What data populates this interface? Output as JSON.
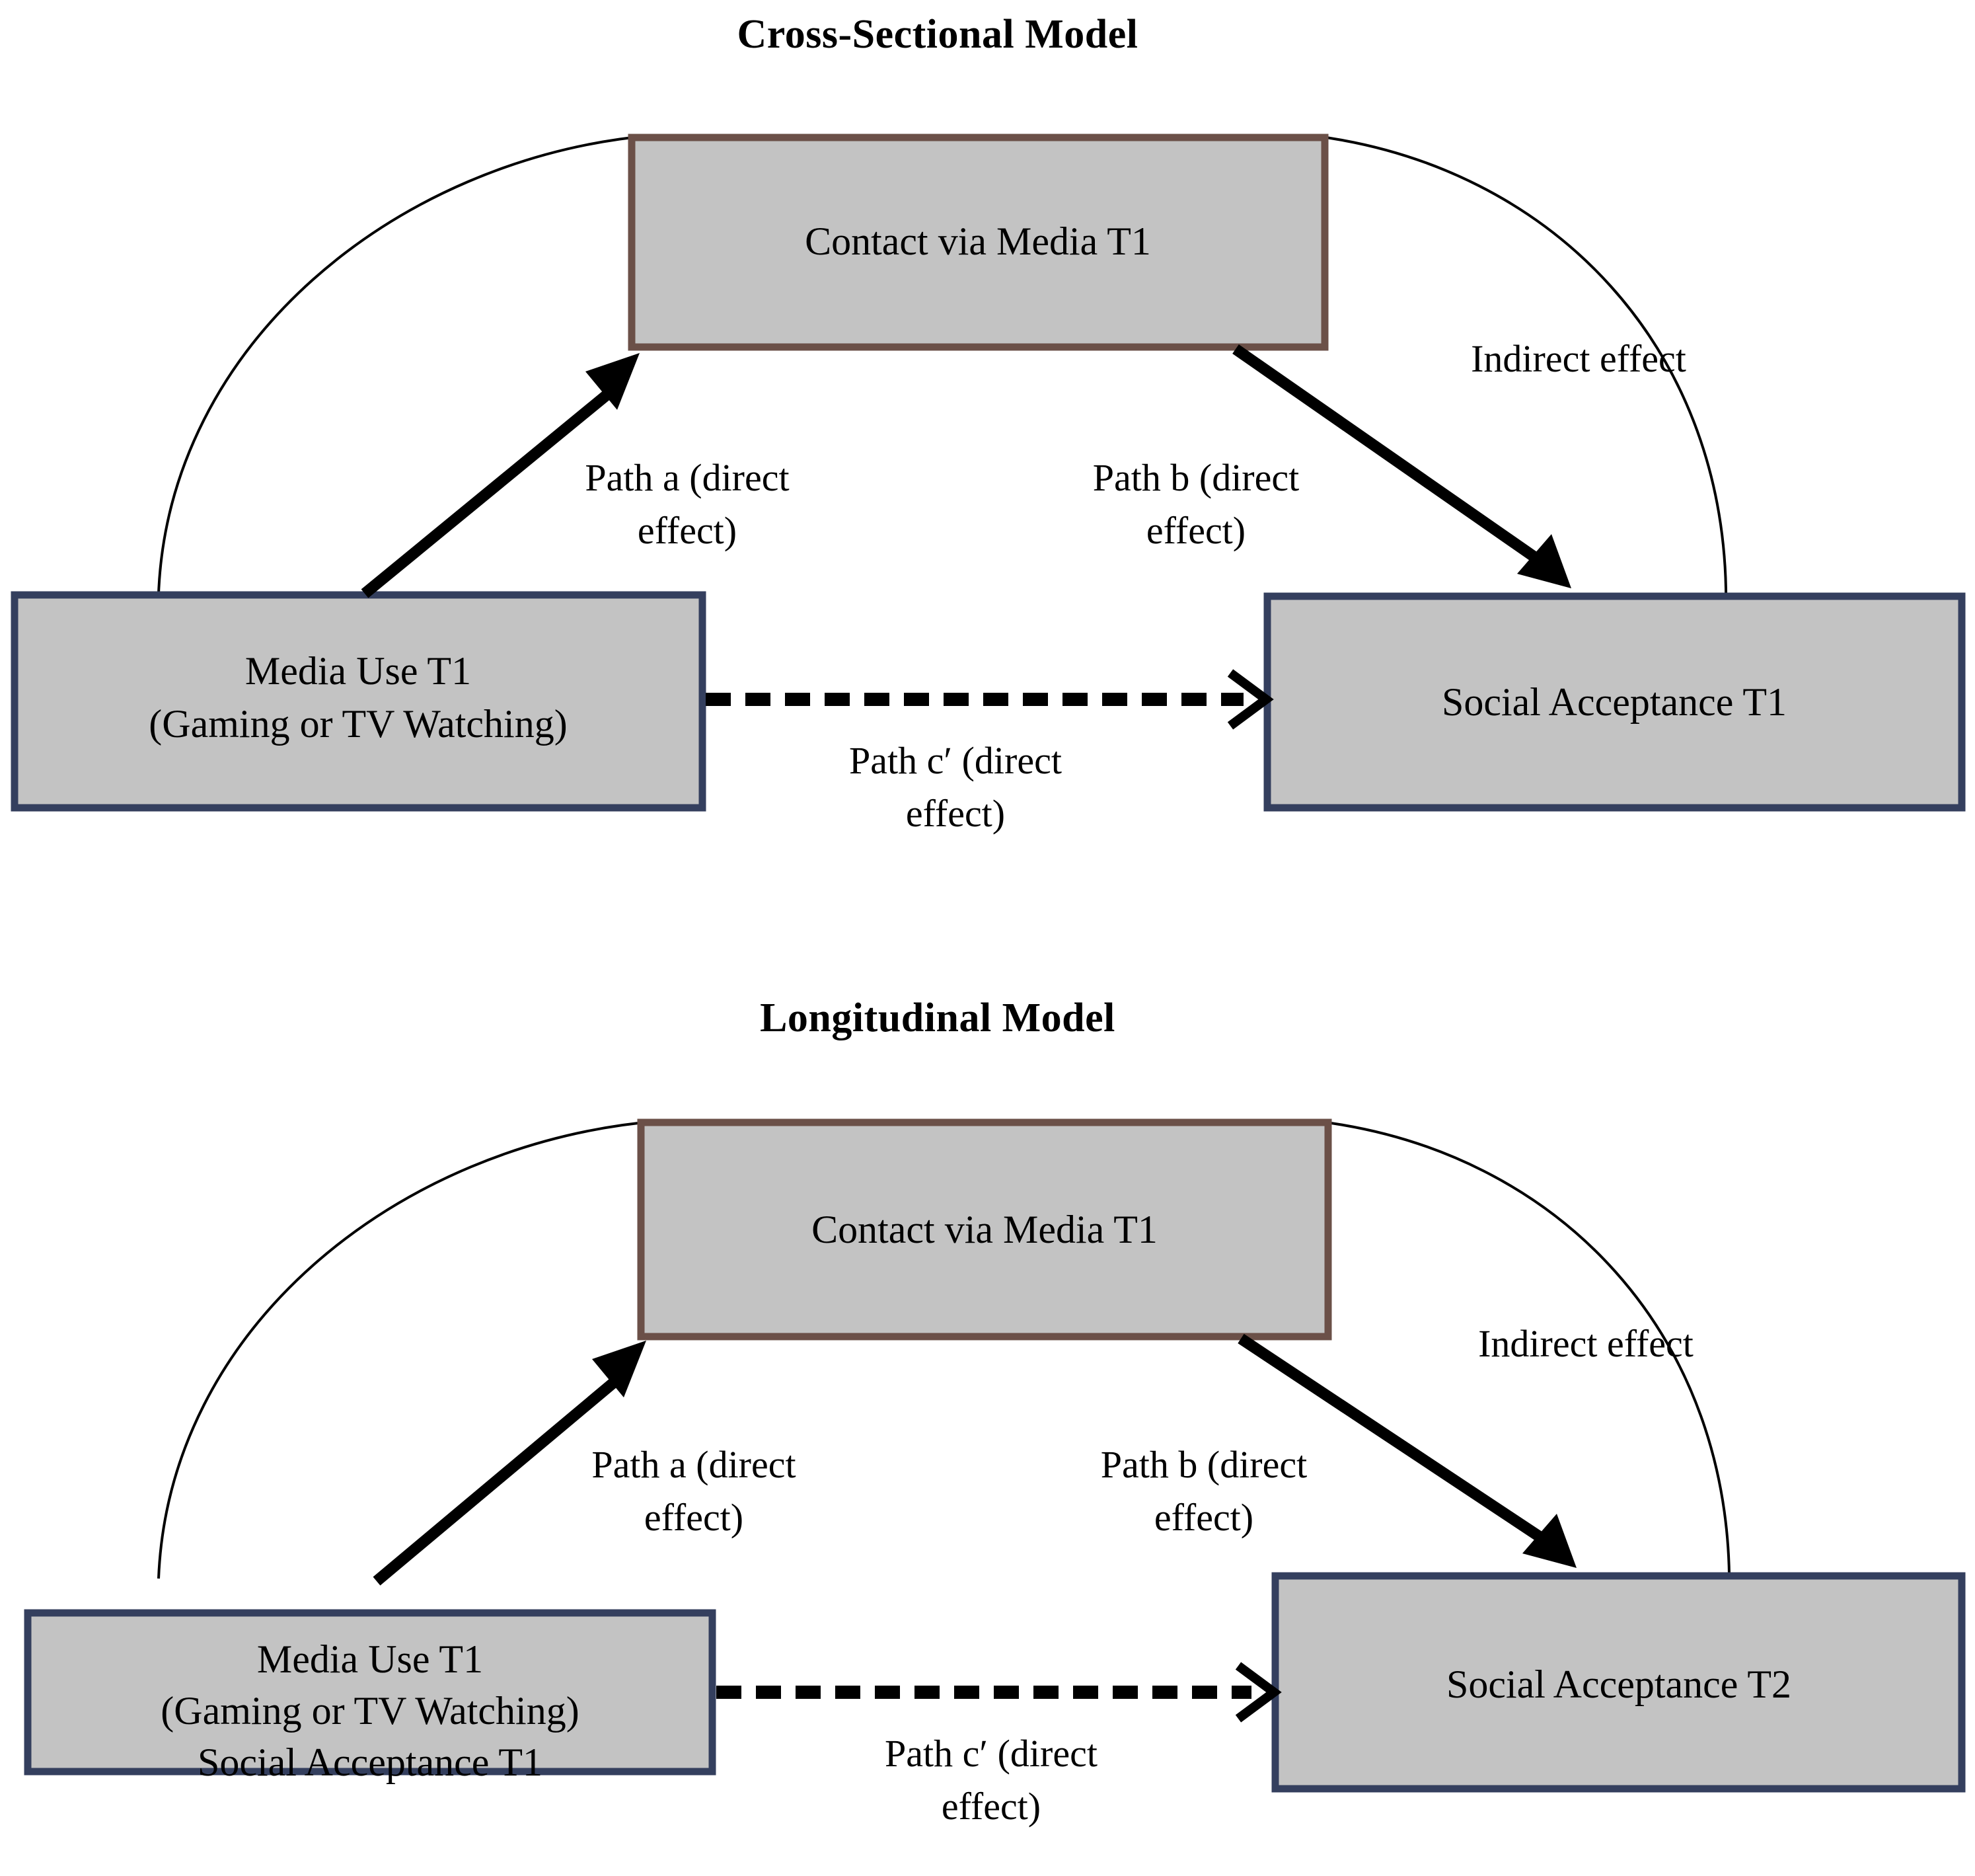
{
  "figure": {
    "type": "mediation-path-diagram",
    "background": "#ffffff",
    "colors": {
      "mediator_border": "#6b5048",
      "predictor_border": "#343f5e",
      "box_fill": "#c3c3c3",
      "arrow": "#000000",
      "text": "#000000"
    }
  },
  "models": [
    {
      "id": "cross-sectional",
      "title": "Cross-Sectional Model",
      "nodes": {
        "mediator": {
          "label": "Contact via Media T1"
        },
        "predictor": {
          "lines": [
            "Media Use T1",
            "(Gaming or TV Watching)"
          ]
        },
        "outcome": {
          "label": "Social Acceptance T1"
        }
      },
      "paths": {
        "a": {
          "lines": [
            "Path a (direct",
            "effect)"
          ]
        },
        "b": {
          "lines": [
            "Path b (direct",
            "effect)"
          ]
        },
        "c_prime": {
          "lines": [
            "Path c′ (direct",
            "effect)"
          ]
        },
        "indirect": {
          "label": "Indirect effect"
        }
      }
    },
    {
      "id": "longitudinal",
      "title": "Longitudinal Model",
      "nodes": {
        "mediator": {
          "label": "Contact via Media T1"
        },
        "predictor": {
          "lines": [
            "Media Use T1",
            "(Gaming or TV Watching)",
            "Social Acceptance T1"
          ]
        },
        "outcome": {
          "label": "Social Acceptance T2"
        }
      },
      "paths": {
        "a": {
          "lines": [
            "Path a (direct",
            "effect)"
          ]
        },
        "b": {
          "lines": [
            "Path b (direct",
            "effect)"
          ]
        },
        "c_prime": {
          "lines": [
            "Path c′ (direct",
            "effect)"
          ]
        },
        "indirect": {
          "label": "Indirect effect"
        }
      }
    }
  ]
}
